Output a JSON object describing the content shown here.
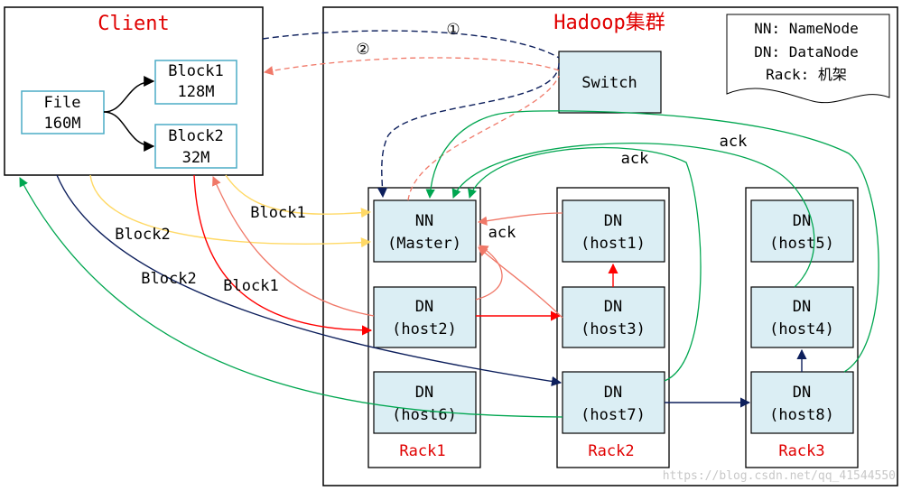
{
  "client": {
    "title": "Client"
  },
  "file": {
    "line1": "File",
    "line2": "160M"
  },
  "block1": {
    "line1": "Block1",
    "line2": "128M"
  },
  "block2": {
    "line1": "Block2",
    "line2": "32M"
  },
  "cluster": {
    "title": "Hadoop集群"
  },
  "switch": {
    "label": "Switch"
  },
  "legend": {
    "line1": "NN: NameNode",
    "line2": "DN: DataNode",
    "line3": "Rack: 机架"
  },
  "steps": {
    "one": "①",
    "two": "②"
  },
  "nodes": {
    "nn": {
      "line1": "NN",
      "line2": "(Master)"
    },
    "host1": {
      "line1": "DN",
      "line2": "(host1)"
    },
    "host2": {
      "line1": "DN",
      "line2": "(host2)"
    },
    "host3": {
      "line1": "DN",
      "line2": "(host3)"
    },
    "host4": {
      "line1": "DN",
      "line2": "(host4)"
    },
    "host5": {
      "line1": "DN",
      "line2": "(host5)"
    },
    "host6": {
      "line1": "DN",
      "line2": "(host6)"
    },
    "host7": {
      "line1": "DN",
      "line2": "(host7)"
    },
    "host8": {
      "line1": "DN",
      "line2": "(host8)"
    }
  },
  "racks": {
    "rack1": "Rack1",
    "rack2": "Rack2",
    "rack3": "Rack3"
  },
  "labels": {
    "block1_top": "Block1",
    "block2_top": "Block2",
    "block2_bottom": "Block2",
    "block1_bottom": "Block1",
    "ack_nn": "ack",
    "ack_mid": "ack",
    "ack_right": "ack"
  },
  "watermark": "https://blog.csdn.net/qq_41544550",
  "colors": {
    "navy": "#0d1f5c",
    "salmon": "#f07868",
    "red": "#ff0000",
    "yellow": "#ffd966",
    "green": "#00a650",
    "teal": "#4bacc6",
    "node_fill": "#dbeef4"
  }
}
